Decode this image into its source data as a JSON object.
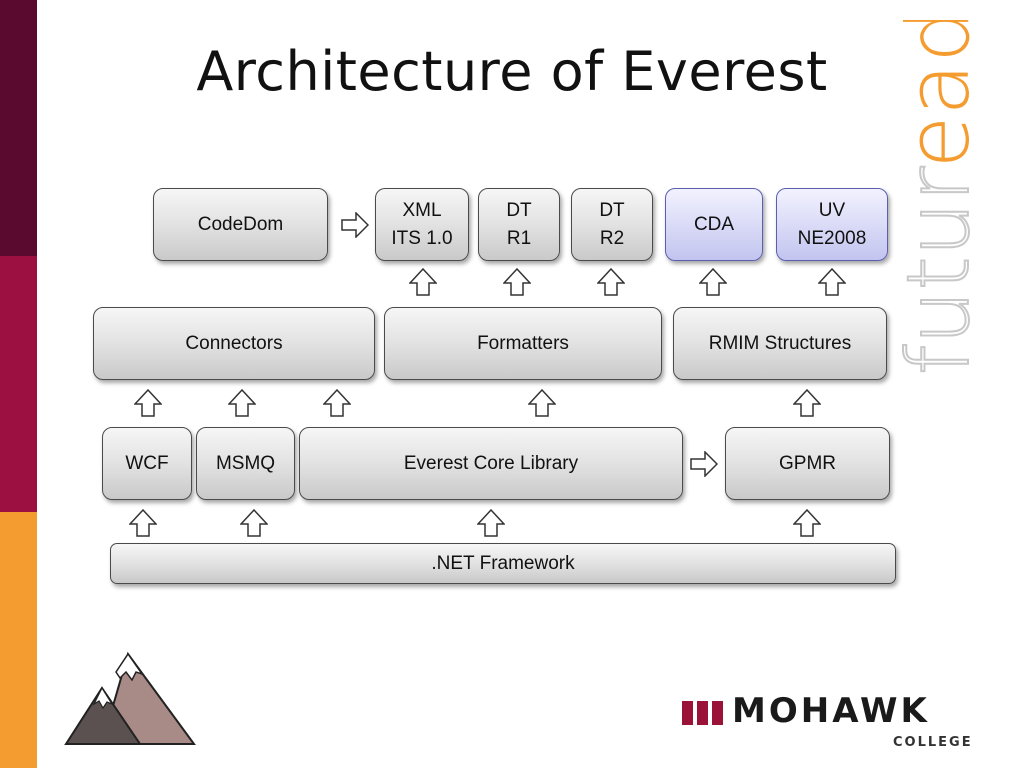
{
  "slide": {
    "title": "Architecture of Everest"
  },
  "diagram": {
    "row1": {
      "codedom": "CodeDom",
      "xml_line1": "XML",
      "xml_line2": "ITS 1.0",
      "dtr1_line1": "DT",
      "dtr1_line2": "R1",
      "dtr2_line1": "DT",
      "dtr2_line2": "R2",
      "cda": "CDA",
      "uv_line1": "UV",
      "uv_line2": "NE2008"
    },
    "row2": {
      "connectors": "Connectors",
      "formatters": "Formatters",
      "rmim": "RMIM Structures"
    },
    "row3": {
      "wcf": "WCF",
      "msmq": "MSMQ",
      "core": "Everest Core Library",
      "gpmr": "GPMR"
    },
    "row4": {
      "framework": ".NET Framework"
    }
  },
  "branding": {
    "tagline_prefix": "futur",
    "tagline_suffix": "eady",
    "college_name": "MOHAWK",
    "college_sub": "COLLEGE"
  },
  "colors": {
    "stripe_top": "#5a0a2e",
    "stripe_mid": "#9b1040",
    "stripe_bottom": "#f59c30",
    "accent_orange": "#f59c30",
    "logo_red": "#9b1238",
    "blue_border": "#5c5fb0"
  }
}
